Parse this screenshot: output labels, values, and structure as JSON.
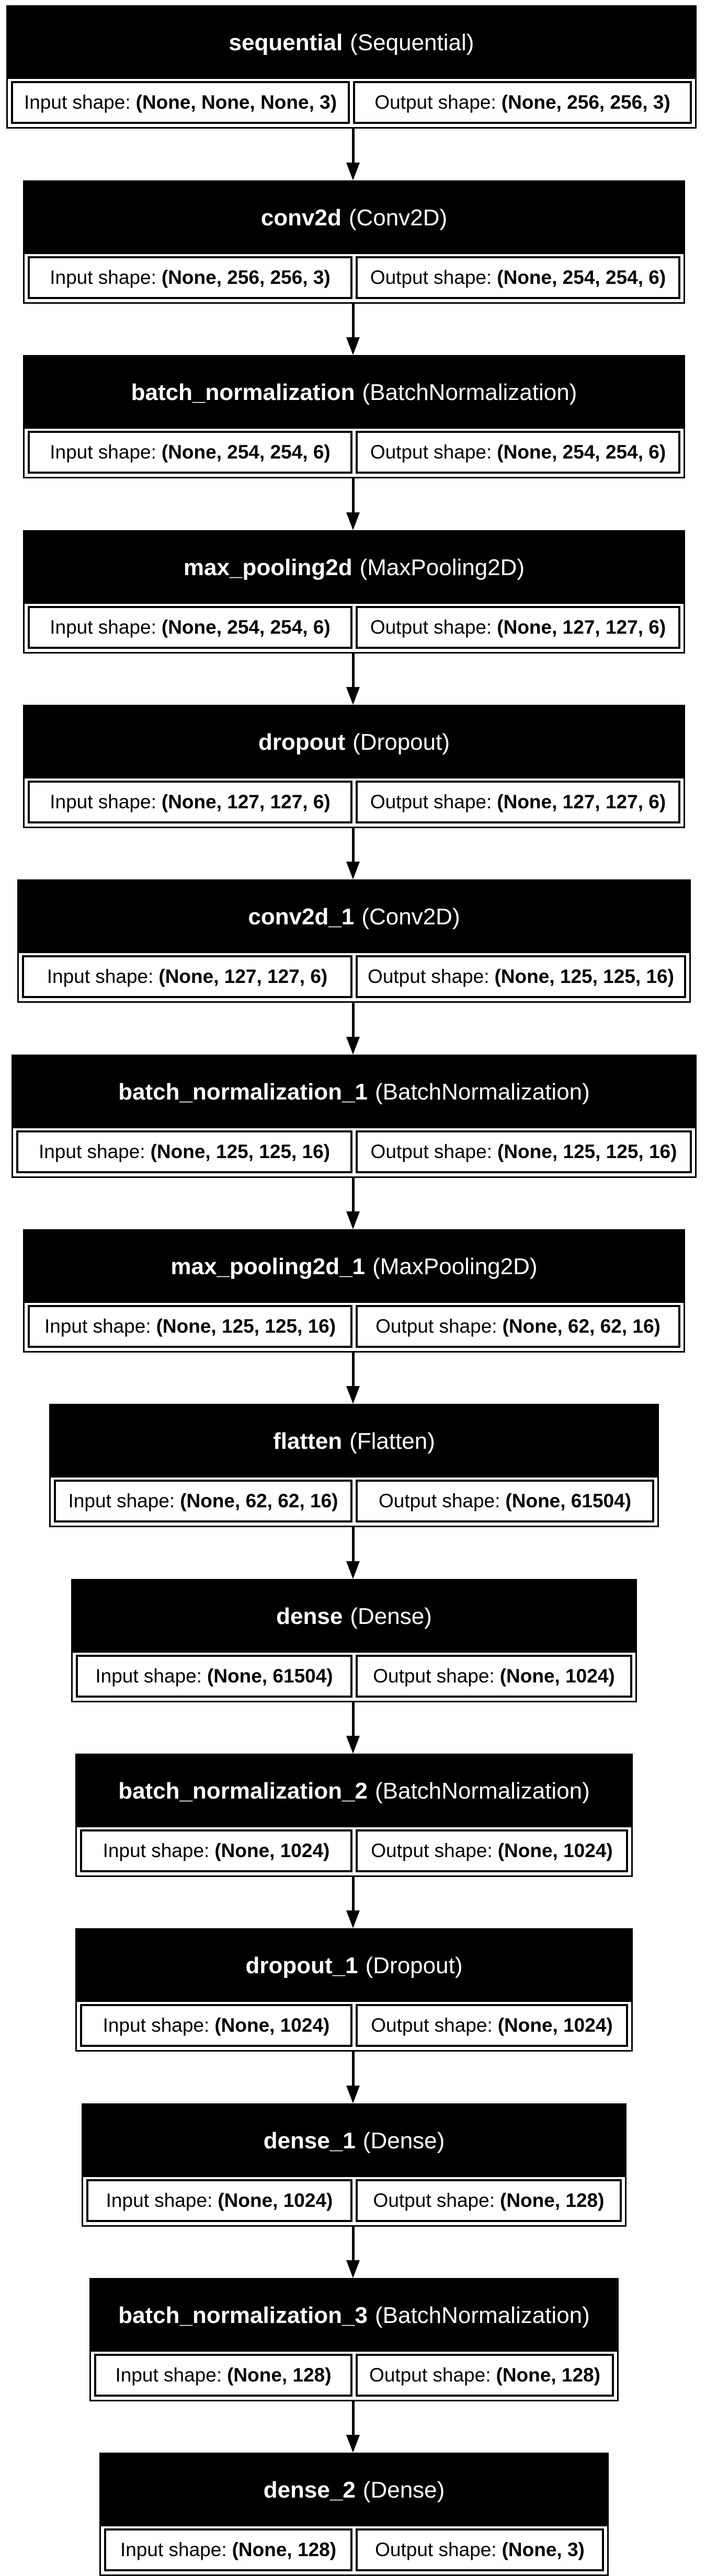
{
  "labels": {
    "input": "Input shape:",
    "output": "Output shape:"
  },
  "layers": [
    {
      "name": "sequential",
      "type": "(Sequential)",
      "input": "(None, None, None, 3)",
      "output": "(None, 256, 256, 3)"
    },
    {
      "name": "conv2d",
      "type": "(Conv2D)",
      "input": "(None, 256, 256, 3)",
      "output": "(None, 254, 254, 6)"
    },
    {
      "name": "batch_normalization",
      "type": "(BatchNormalization)",
      "input": "(None, 254, 254, 6)",
      "output": "(None, 254, 254, 6)"
    },
    {
      "name": "max_pooling2d",
      "type": "(MaxPooling2D)",
      "input": "(None, 254, 254, 6)",
      "output": "(None, 127, 127, 6)"
    },
    {
      "name": "dropout",
      "type": "(Dropout)",
      "input": "(None, 127, 127, 6)",
      "output": "(None, 127, 127, 6)"
    },
    {
      "name": "conv2d_1",
      "type": "(Conv2D)",
      "input": "(None, 127, 127, 6)",
      "output": "(None, 125, 125, 16)"
    },
    {
      "name": "batch_normalization_1",
      "type": "(BatchNormalization)",
      "input": "(None, 125, 125, 16)",
      "output": "(None, 125, 125, 16)"
    },
    {
      "name": "max_pooling2d_1",
      "type": "(MaxPooling2D)",
      "input": "(None, 125, 125, 16)",
      "output": "(None, 62, 62, 16)"
    },
    {
      "name": "flatten",
      "type": "(Flatten)",
      "input": "(None, 62, 62, 16)",
      "output": "(None, 61504)"
    },
    {
      "name": "dense",
      "type": "(Dense)",
      "input": "(None, 61504)",
      "output": "(None, 1024)"
    },
    {
      "name": "batch_normalization_2",
      "type": "(BatchNormalization)",
      "input": "(None, 1024)",
      "output": "(None, 1024)"
    },
    {
      "name": "dropout_1",
      "type": "(Dropout)",
      "input": "(None, 1024)",
      "output": "(None, 1024)"
    },
    {
      "name": "dense_1",
      "type": "(Dense)",
      "input": "(None, 1024)",
      "output": "(None, 128)"
    },
    {
      "name": "batch_normalization_3",
      "type": "(BatchNormalization)",
      "input": "(None, 128)",
      "output": "(None, 128)"
    },
    {
      "name": "dense_2",
      "type": "(Dense)",
      "input": "(None, 128)",
      "output": "(None, 3)"
    }
  ]
}
